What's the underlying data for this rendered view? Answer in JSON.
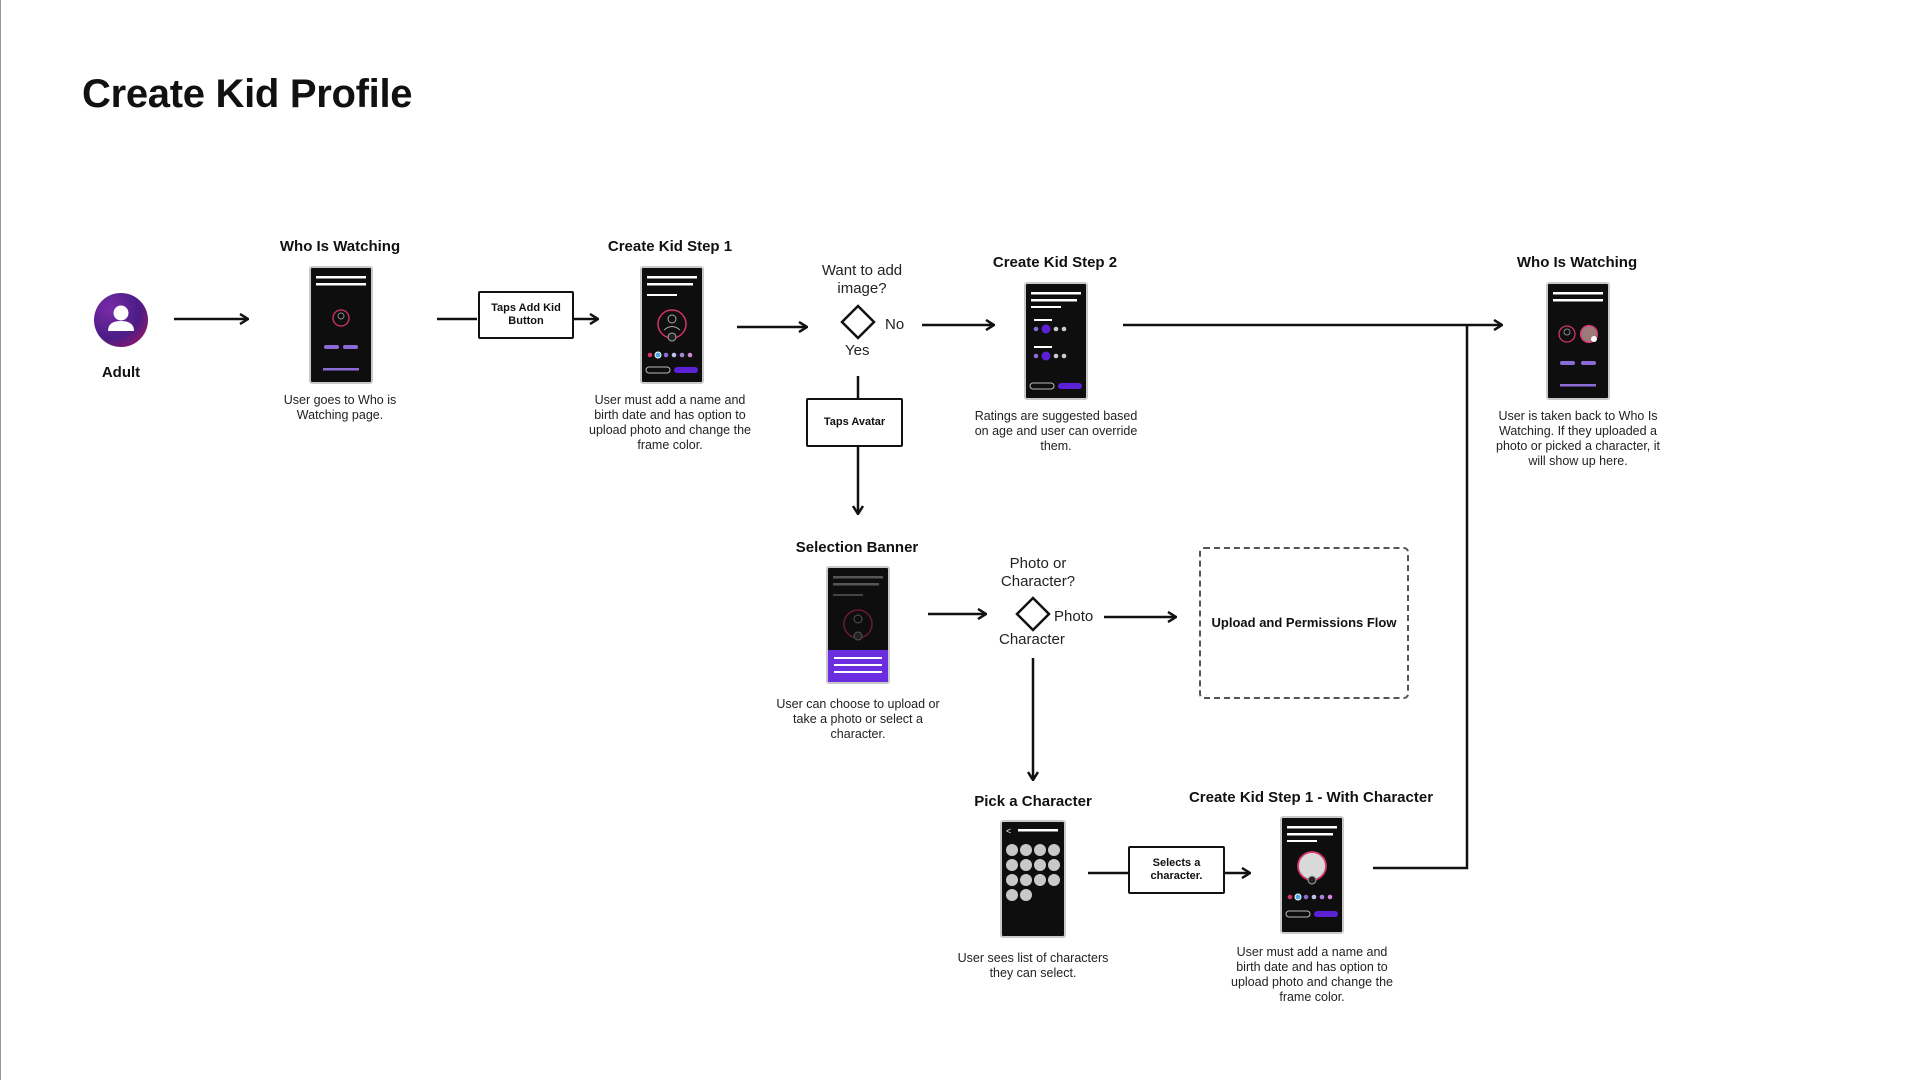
{
  "page": {
    "title": "Create Kid Profile"
  },
  "start": {
    "label": "Adult"
  },
  "screens": {
    "who_is_watching_1": {
      "title": "Who Is Watching",
      "caption": "User goes to Who is Watching page."
    },
    "create_kid_step_1": {
      "title": "Create Kid Step 1",
      "caption": "User must add a name and birth date and has option to upload  photo and change the frame color."
    },
    "create_kid_step_2": {
      "title": "Create Kid Step 2",
      "caption": "Ratings are suggested based on age and user can override them."
    },
    "who_is_watching_2": {
      "title": "Who Is Watching",
      "caption": "User is taken back to Who Is Watching. If they uploaded a photo or picked a character, it will show up here."
    },
    "selection_banner": {
      "title": "Selection Banner",
      "caption": "User can choose to upload or take a photo or select a character."
    },
    "pick_a_character": {
      "title": "Pick a Character",
      "caption": "User sees list of characters they can select."
    },
    "create_kid_step_1_character": {
      "title": "Create Kid Step 1 - With Character",
      "caption": "User must add a name and birth date and has option to upload  photo and change the frame color."
    }
  },
  "actions": {
    "taps_add_kid": "Taps Add Kid Button",
    "taps_avatar": "Taps Avatar",
    "selects_character": "Selects a character."
  },
  "decisions": {
    "add_image": {
      "question": "Want to add image?",
      "no": "No",
      "yes": "Yes"
    },
    "photo_or_character": {
      "question": "Photo or Character?",
      "photo": "Photo",
      "character": "Character"
    }
  },
  "external_flow": {
    "label": "Upload and Permissions Flow"
  },
  "colors": {
    "accent": "#5b21d6",
    "accent_light": "#8b6bd8",
    "frame_pink": "#d6336c",
    "line": "#111111",
    "phone_bg": "#0e0e0e"
  },
  "icons": {
    "adult_avatar": "person-icon",
    "decision": "diamond-icon"
  }
}
